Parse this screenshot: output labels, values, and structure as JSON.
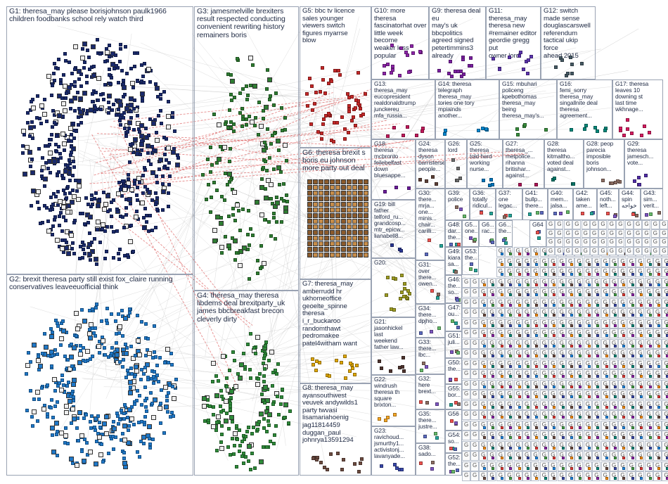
{
  "groups": [
    {
      "id": "G1",
      "label": "G1: theresa_may please borisjohnson paulk1966\nchildren foodbanks school rely watch third",
      "color": "#1a2a6c"
    },
    {
      "id": "G2",
      "label": "G2: brexit theresa party still exist fox_claire running\nconservatives leaveeuofficial think",
      "color": "#1f78c8"
    },
    {
      "id": "G3",
      "label": "G3: jamesmelville brexiters\nresult respected conducting\nconvenient rewriting history\nremainers boris",
      "color": "#2e7d32"
    },
    {
      "id": "G4",
      "label": "G4: theresa_may theresa\nlibdems deal brexitparty_uk\njames bbcbreakfast brecon\ncleverly dirty",
      "color": "#2e8b3a"
    },
    {
      "id": "G5",
      "label": "G5: bbc tv licence\nsales younger\nviewers switch\nfigures myarrse\nblow",
      "color": "#c62828"
    },
    {
      "id": "G6",
      "label": "G6: theresa brexit s\nboris eu johnson\nmore party out deal",
      "color": "#a0522d"
    },
    {
      "id": "G7",
      "label": "G7: theresa_may\namberrudd hr\nukhomeoffice\ngeoelte_spinne\ntheresa\ni_r_buckaroo\nrandomthawt\npedromakee\npatel4witham want",
      "color": "#e0a800"
    },
    {
      "id": "G8",
      "label": "G8: theresa_may\nayansouthwest\nveuvek andywilds1\nparty twvasi\nlisamariahoenig\njag11814459\nduggan_paul\njohnrya13591294",
      "color": "#6d4c41"
    },
    {
      "id": "G9",
      "label": "G9: theresa deal eu\nmay's uk bbcpolitics\nagreed signed\npetertimmins3\nalready",
      "color": "#7b1fa2"
    },
    {
      "id": "G10",
      "label": "G10: more theresa\nfascinatorhat over\nlittle week become\nweaker less popular",
      "color": "#8e24aa"
    },
    {
      "id": "G11",
      "label": "G11: theresa_may\ntheresa new\n#remainer editor\ngeordie gregg put\nowner lord",
      "color": "#5e35b1"
    },
    {
      "id": "G12",
      "label": "G12: switch\nmade sense\ndouglascarswell\nreferendum\ntactical ukip force\nahead 2015",
      "color": "#455a64"
    },
    {
      "id": "G13",
      "label": "G13:\ntheresa_may\neucopresident\nrealdonaldtrump\njunckereu\nmfa_russia...",
      "color": "#c2185b"
    },
    {
      "id": "G14",
      "label": "G14: theresa\ntelegraph\ntheresa_may\ntories one tory\nmpiainds\nanother...",
      "color": "#0288d1"
    },
    {
      "id": "G15",
      "label": "G15: mbuhari\npoliceng\nkpebothomas\ntheresa_may\nbeing\ntheresa_may's...",
      "color": "#388e3c"
    },
    {
      "id": "G16",
      "label": "G16:\nfemi_sorry\ntheresa_may\nsingallnite deal\ntheresa\nagreement...",
      "color": "#00897b"
    },
    {
      "id": "G17",
      "label": "G17: theresa\nleaves 10\ndowning st\nlast time\nwkhnage...",
      "color": "#d81b60"
    },
    {
      "id": "G18",
      "label": "G18:\ntheresa\nmcbronto\nfeilebelfast\ndown\nbluesappe...",
      "color": "#6a1b9a"
    },
    {
      "id": "G19",
      "label": "G19: bill\nfather\ntelford_ru...\ngrandcosp...\nmtr_epicw...\nlianabell8...",
      "color": "#283593"
    },
    {
      "id": "G20",
      "label": "G20:",
      "color": "#9e9d24"
    },
    {
      "id": "G21",
      "label": "G21:\njasonhickel\nlast\nweekend\nfather law...",
      "color": "#4e342e"
    },
    {
      "id": "G22",
      "label": "G22:\nwindrush\ntheresa th\nsquare\nbrixton...",
      "color": "#f9a825"
    },
    {
      "id": "G23",
      "label": "G23:\nravichoud...\njsmurthy1...\nactivistonj...\nlavanyade...",
      "color": "#3949ab"
    },
    {
      "id": "G24",
      "label": "G24:\ntheresa\ndyson\nbarristerse...\npeople...",
      "color": "#5d4037"
    },
    {
      "id": "G25",
      "label": "G25:\ntheresa\ntold hard\nworking\nnurse...",
      "color": "#0277bd"
    },
    {
      "id": "G26",
      "label": "G26: lord\n",
      "color": "#6d6d6d"
    },
    {
      "id": "G27",
      "label": "G27:\ntheresa_...\nmetpolice...\nrihanna\nbritishar...\nagainst...",
      "color": "#ad1457"
    },
    {
      "id": "G28",
      "label": "G28:\ntheresa\nkitmaltho...\nvoted deal\nagainst...",
      "color": "#00796b"
    },
    {
      "id": "G29",
      "label": "G28: peop\nparecia\nimposible\nboris\njohnson...",
      "color": "#8d6e63"
    },
    {
      "id": "G30",
      "label": "G29:\ntheresa\njamesch...\nvote...",
      "color": "#512da8"
    }
  ],
  "small_groups": [
    {
      "id": "G30",
      "label": "G30:\nthere...\nmrja...\none...\nminis...\nchair...\ncarilli..."
    },
    {
      "id": "G31",
      "label": "G31:\nover\nthere...\nowen..."
    },
    {
      "id": "G32",
      "label": "G32:\nhere\nbrext..."
    },
    {
      "id": "G33",
      "label": "G33:\nthere...\nlbc..."
    },
    {
      "id": "G34",
      "label": "G34:\nthere...\ndpjho..."
    },
    {
      "id": "G35",
      "label": "G35:\nthere...\njustre..."
    },
    {
      "id": "G36",
      "label": "G36:\ntotally\nridicul..."
    },
    {
      "id": "G37",
      "label": "G37:\none\nlegac..."
    },
    {
      "id": "G38",
      "label": "G38:\nsado..."
    },
    {
      "id": "G39",
      "label": "G39:\npolice"
    },
    {
      "id": "G40",
      "label": "G40:\nmem...\njalsa..."
    },
    {
      "id": "G41",
      "label": "G41:\nbullp...\nthere..."
    },
    {
      "id": "G42",
      "label": "G42:\ntaken\name..."
    },
    {
      "id": "G43",
      "label": "G44:\nspin\nخواجه"
    },
    {
      "id": "G44",
      "label": "G45:\nnoth...\nleft..."
    },
    {
      "id": "G45",
      "label": "G43:\nsim...\nverit..."
    },
    {
      "id": "G46",
      "label": "G46:\nthe...\nso..."
    },
    {
      "id": "G47",
      "label": "G47:\nou..."
    },
    {
      "id": "G48",
      "label": "G48:\ndar...\nthe..."
    },
    {
      "id": "G49",
      "label": "G49:\nkiara\nsa..."
    },
    {
      "id": "G50",
      "label": "G50:\nthe..."
    },
    {
      "id": "G51",
      "label": "G51:\njuli..."
    },
    {
      "id": "G52",
      "label": "G52:\nthe..."
    },
    {
      "id": "G53",
      "label": "G53:\nthe..."
    },
    {
      "id": "G54",
      "label": "G54:\nso..."
    },
    {
      "id": "G55",
      "label": "G55:\nbor..."
    },
    {
      "id": "G56",
      "label": "G56"
    },
    {
      "id": "G57",
      "label": "G5...\none..."
    },
    {
      "id": "G58",
      "label": "G6...\nrac..."
    },
    {
      "id": "G59",
      "label": "G6...\nthe..."
    },
    {
      "id": "G60",
      "label": "G64"
    }
  ],
  "tile_letter": "G"
}
